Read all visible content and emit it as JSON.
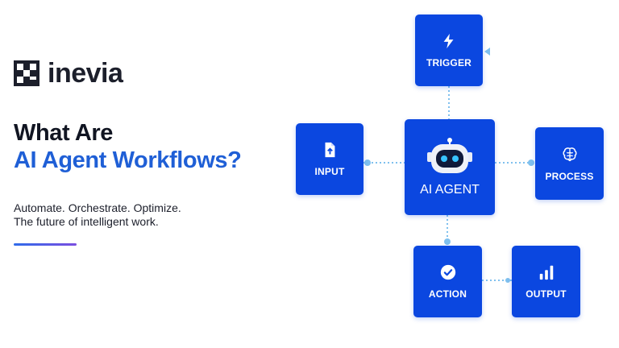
{
  "brand": {
    "name": "inevia"
  },
  "hero": {
    "title_line1": "What Are",
    "title_line2": "AI Agent Workflows?",
    "subtitle_line1": "Automate. Orchestrate. Optimize.",
    "subtitle_line2": "The future of intelligent work."
  },
  "diagram": {
    "center": {
      "label": "AI AGENT",
      "icon": "robot-icon"
    },
    "nodes": {
      "trigger": {
        "label": "TRIGGER",
        "icon": "lightning-icon"
      },
      "input": {
        "label": "INPUT",
        "icon": "file-upload-icon"
      },
      "process": {
        "label": "PROCESS",
        "icon": "brain-icon"
      },
      "action": {
        "label": "ACTION",
        "icon": "check-circle-icon"
      },
      "output": {
        "label": "OUTPUT",
        "icon": "bar-chart-icon"
      }
    }
  },
  "colors": {
    "node_blue": "#0b47e0",
    "title_blue": "#1f5fd6",
    "connector": "#7fc0ee",
    "text_dark": "#111522"
  }
}
